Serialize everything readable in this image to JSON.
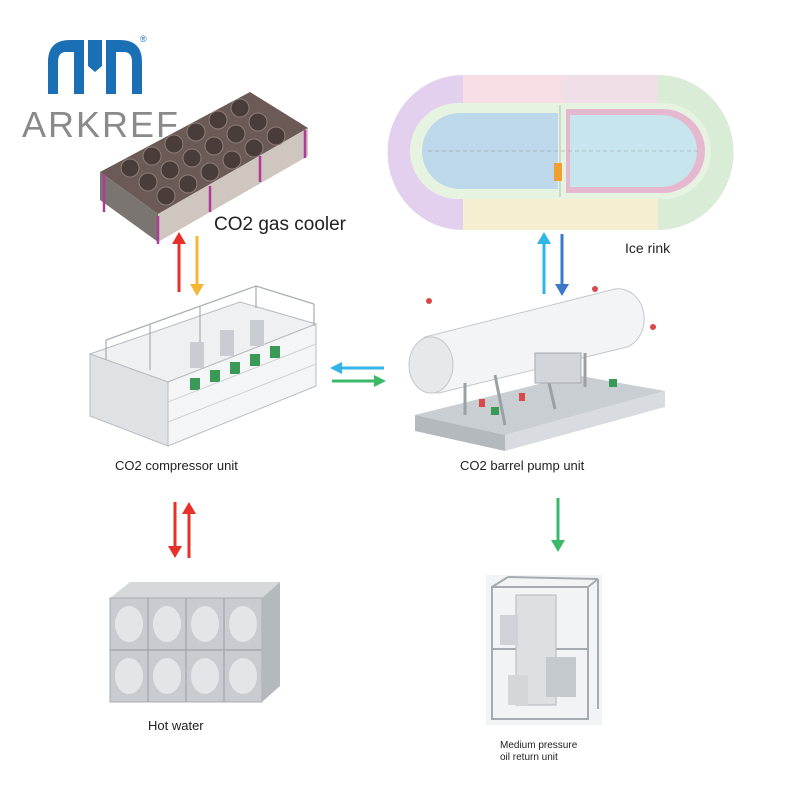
{
  "logo": {
    "text": "ARKREF",
    "mark": "®",
    "color": "#1a6fb5"
  },
  "labels": {
    "gas_cooler": "CO2 gas cooler",
    "ice_rink": "Ice rink",
    "compressor": "CO2 compressor unit",
    "barrel_pump": "CO2 barrel pump unit",
    "hot_water": "Hot water",
    "oil_return_line1": "Medium pressure",
    "oil_return_line2": "oil return unit"
  },
  "colors": {
    "arrow_red": "#e8302a",
    "arrow_yellow": "#f5b731",
    "arrow_cyan": "#2fb6e6",
    "arrow_blue": "#3a79c9",
    "arrow_green": "#3cba6a",
    "equipment_gray": "#c9cdd1"
  }
}
